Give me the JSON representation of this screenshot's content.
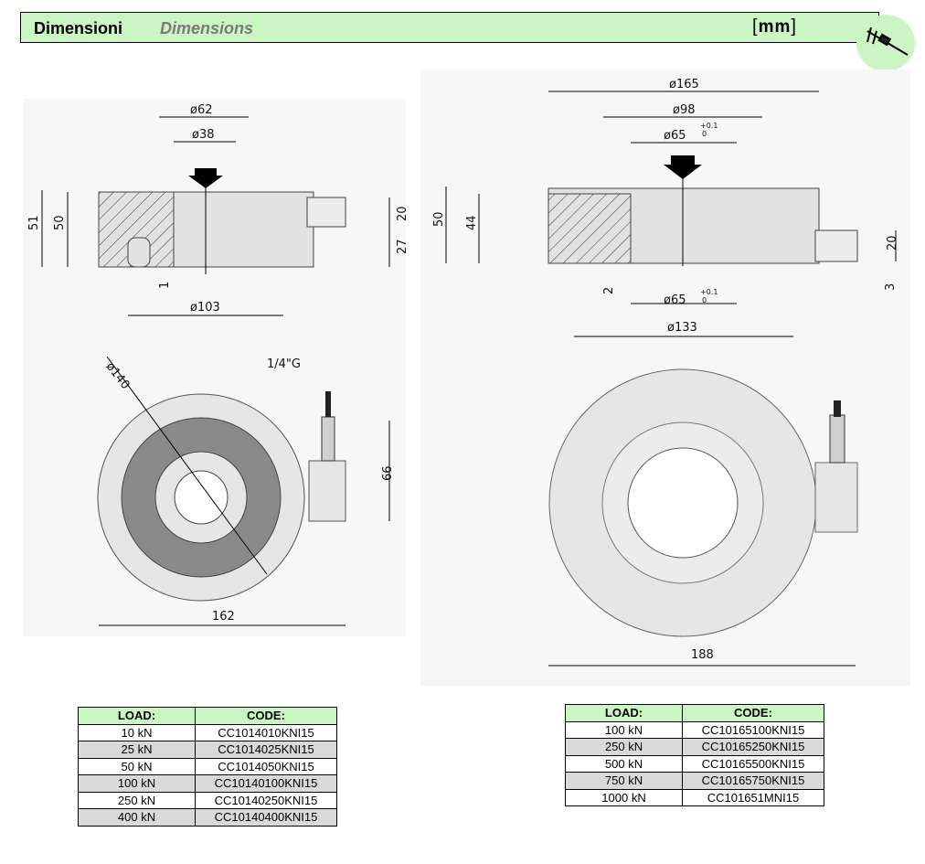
{
  "header": {
    "title_it": "Dimensioni",
    "title_en": "Dimensions",
    "units": "mm"
  },
  "icons": {
    "header_badge": "caliper-icon",
    "load_arrow": "load-arrow-icon"
  },
  "colors": {
    "header_bg": "#ccf5c4",
    "part_fill": "#e6e6e6",
    "shaded_row": "#d9d9d9"
  },
  "drawing_left": {
    "d_outer_top": "ø62",
    "d_inner_top": "ø38",
    "h_total": "51",
    "h_body": "50",
    "h_connector": "20",
    "h_connector_base": "27",
    "gap": "1",
    "d_base": "ø103",
    "d_outer": "ø140",
    "thread": "1/4\"G",
    "h_connector_side": "66",
    "width_total": "162"
  },
  "drawing_right": {
    "d_outer": "ø165",
    "d_mid": "ø98",
    "d_bore_top": "ø65",
    "tol_top_upper": "+0.1",
    "tol_top_lower": "0",
    "h_total": "50",
    "h_body": "44",
    "h_connector": "20",
    "h_connector_base": "3",
    "gap": "2",
    "d_bore_bottom": "ø65",
    "tol_bottom_upper": "+0.1",
    "tol_bottom_lower": "0",
    "d_base": "ø133",
    "width_total": "188"
  },
  "table_left": {
    "headers": [
      "LOAD:",
      "CODE:"
    ],
    "rows": [
      [
        "10 kN",
        "CC1014010KNI15"
      ],
      [
        "25 kN",
        "CC1014025KNI15"
      ],
      [
        "50 kN",
        "CC1014050KNI15"
      ],
      [
        "100 kN",
        "CC10140100KNI15"
      ],
      [
        "250 kN",
        "CC10140250KNI15"
      ],
      [
        "400 kN",
        "CC10140400KNI15"
      ]
    ]
  },
  "table_right": {
    "headers": [
      "LOAD:",
      "CODE:"
    ],
    "rows": [
      [
        "100 kN",
        "CC10165100KNI15"
      ],
      [
        "250 kN",
        "CC10165250KNI15"
      ],
      [
        "500 kN",
        "CC10165500KNI15"
      ],
      [
        "750 kN",
        "CC10165750KNI15"
      ],
      [
        "1000 kN",
        "CC101651MNI15"
      ]
    ]
  }
}
